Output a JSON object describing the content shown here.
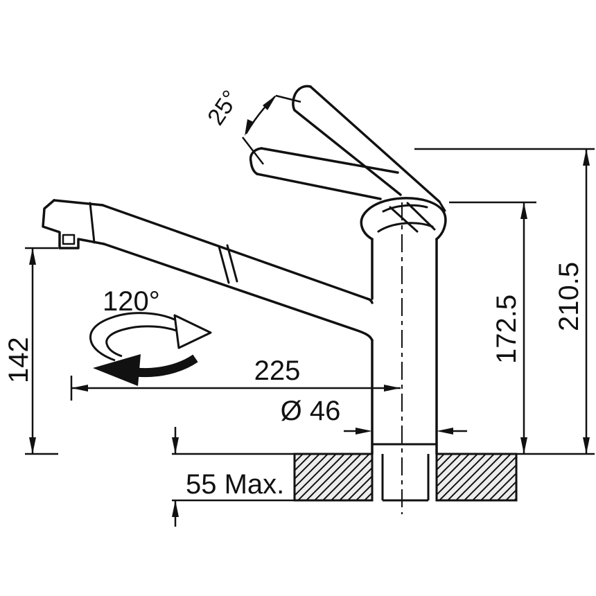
{
  "diagram": {
    "type": "technical-dimension-drawing",
    "subject": "pull-out kitchen faucet installation dimensions",
    "line_color": "#111111",
    "background": "#ffffff",
    "labels": {
      "angle_25": "25°",
      "angle_120": "120°",
      "dim_142": "142",
      "dim_225": "225",
      "dim_dia": "Ø 46",
      "dim_1725": "172.5",
      "dim_2105": "210.5",
      "dim_55": "55 Max."
    }
  }
}
